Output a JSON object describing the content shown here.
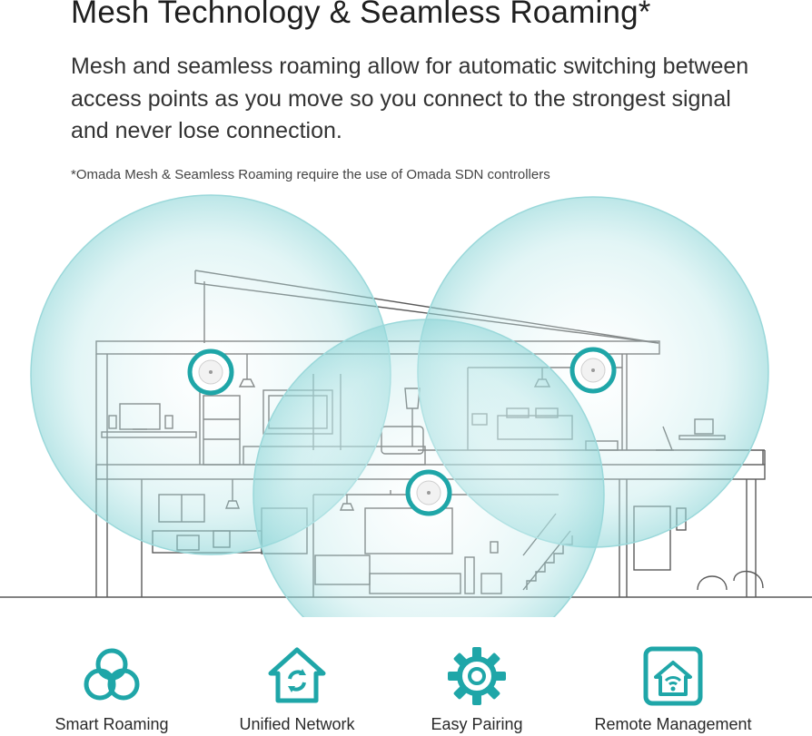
{
  "heading": "Mesh Technology & Seamless Roaming*",
  "description": "Mesh and seamless roaming allow for automatic switching between access points as you move so you connect to the strongest signal and never lose connection.",
  "footnote": "*Omada Mesh & Seamless Roaming require the use of Omada SDN controllers",
  "colors": {
    "accent": "#1fa6a8",
    "coverage": "#cdeeef",
    "line": "#555555"
  },
  "features": [
    {
      "label": "Smart Roaming",
      "icon": "smart-roaming-icon"
    },
    {
      "label": "Unified Network",
      "icon": "unified-network-icon"
    },
    {
      "label": "Easy Pairing",
      "icon": "easy-pairing-icon"
    },
    {
      "label": "Remote Management",
      "icon": "remote-management-icon"
    }
  ]
}
